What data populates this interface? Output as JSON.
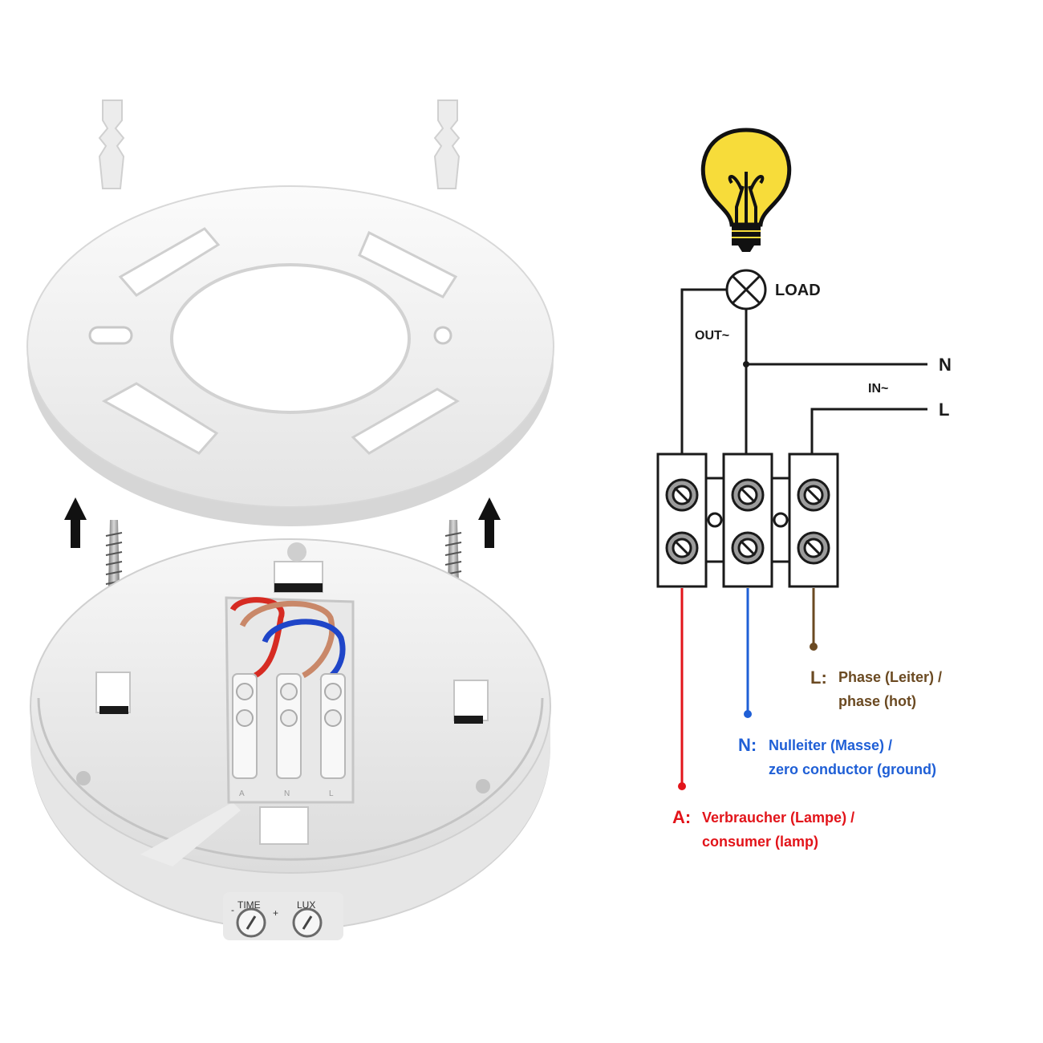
{
  "colors": {
    "wire": "#1a1a1a",
    "consumer": "#e2141a",
    "neutral": "#1f5fd6",
    "phase": "#6b4a22",
    "bulb": "#f7dc3a",
    "plastic": "#f2f2f2"
  },
  "device": {
    "knob_time_label": "TIME",
    "knob_lux_label": "LUX",
    "knob_minus": "-",
    "knob_plus": "+",
    "terminal_marks": [
      "A",
      "N",
      "L"
    ]
  },
  "schematic": {
    "load_label": "LOAD",
    "out_label": "OUT~",
    "in_label": "IN~",
    "n_label": "N",
    "l_label": "L"
  },
  "legend": [
    {
      "key": "L:",
      "line1": "Phase (Leiter) /",
      "line2": "phase (hot)",
      "color_key": "phase"
    },
    {
      "key": "N:",
      "line1": "Nulleiter (Masse) /",
      "line2": "zero  conductor (ground)",
      "color_key": "neutral"
    },
    {
      "key": "A:",
      "line1": "Verbraucher (Lampe) /",
      "line2": "consumer (lamp)",
      "color_key": "consumer"
    }
  ]
}
